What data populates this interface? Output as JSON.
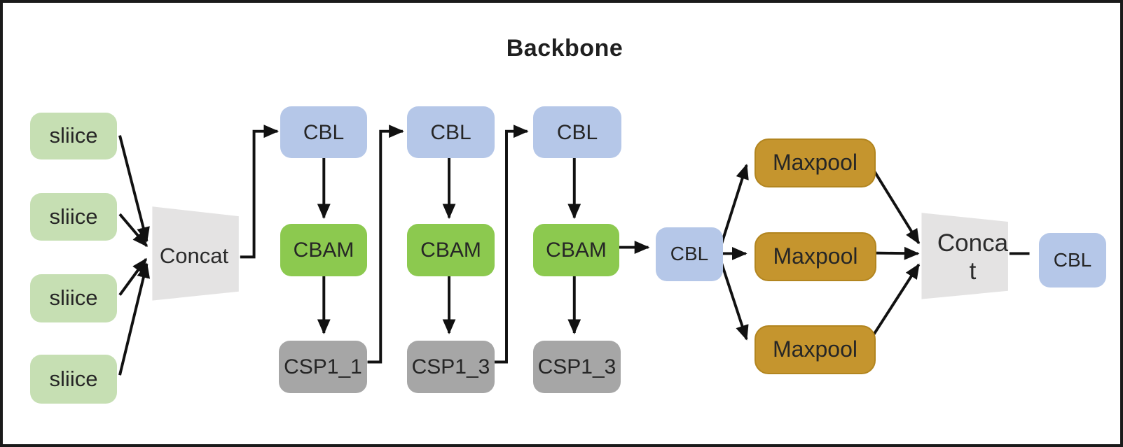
{
  "title": "Backbone",
  "colors": {
    "slice_green": "#c6dfb3",
    "cbam_green": "#8cc94f",
    "cbl_blue": "#b5c7e8",
    "csp_gray": "#a6a6a6",
    "maxpool_gold": "#c5952e",
    "concat_gray": "#e4e3e3",
    "line_black": "#111111",
    "text_dark": "#262626",
    "border_black": "#1a1a1a"
  },
  "nodes": {
    "slice1": {
      "label": "sliice"
    },
    "slice2": {
      "label": "sliice"
    },
    "slice3": {
      "label": "sliice"
    },
    "slice4": {
      "label": "sliice"
    },
    "concat1": {
      "label": "Concat"
    },
    "cbl1": {
      "label": "CBL"
    },
    "cbl2": {
      "label": "CBL"
    },
    "cbl3": {
      "label": "CBL"
    },
    "cbam1": {
      "label": "CBAM"
    },
    "cbam2": {
      "label": "CBAM"
    },
    "cbam3": {
      "label": "CBAM"
    },
    "csp1": {
      "label": "CSP1_1"
    },
    "csp2": {
      "label": "CSP1_3"
    },
    "csp3": {
      "label": "CSP1_3"
    },
    "cbl4": {
      "label": "CBL"
    },
    "maxpool1": {
      "label": "Maxpool"
    },
    "maxpool2": {
      "label": "Maxpool"
    },
    "maxpool3": {
      "label": "Maxpool"
    },
    "concat2": {
      "label": "Conca\nt"
    },
    "cbl5": {
      "label": "CBL"
    }
  }
}
